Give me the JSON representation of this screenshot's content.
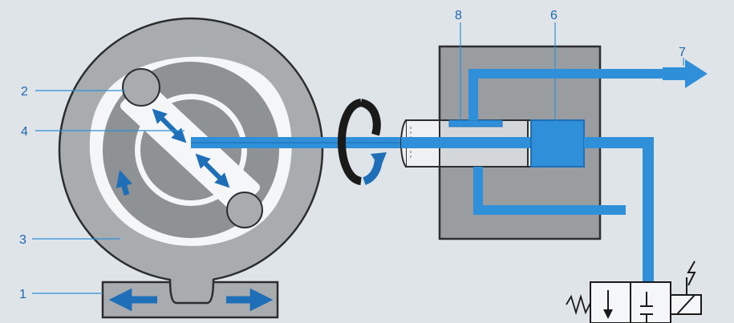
{
  "labels": {
    "l1": "1",
    "l2": "2",
    "l3": "3",
    "l4": "4",
    "l6": "6",
    "l7": "7",
    "l8": "8"
  },
  "colors": {
    "background": "#dfe4e8",
    "blue": "#2f8fd8",
    "dark_blue": "#1e6fb8",
    "housing_gray": "#a9acae",
    "rotor_gray": "#8f9294",
    "chamber_white": "#f5f6f7",
    "valve_block": "#9a9d9f"
  },
  "icons": {
    "rotation": "rotation-arrow-icon",
    "outlet": "outlet-arrow-icon",
    "electric": "lightning-icon",
    "spring": "spring-icon"
  }
}
